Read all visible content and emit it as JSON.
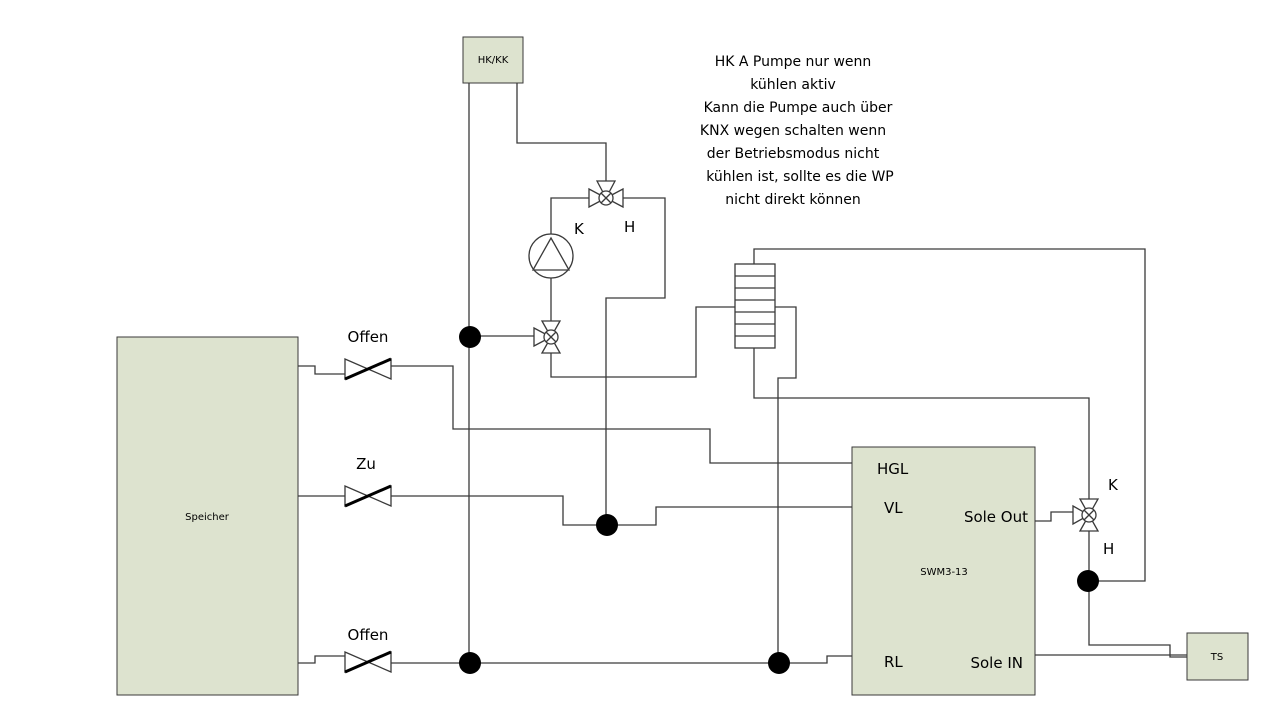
{
  "colors": {
    "box_fill": "#dde3cf",
    "line": "#3a3a3a"
  },
  "note_lines": [
    "HK A Pumpe nur wenn",
    "kühlen aktiv",
    "Kann die Pumpe auch über",
    "KNX wegen schalten wenn",
    "der Betriebsmodus nicht",
    "kühlen ist, sollte es die WP",
    "nicht direkt können"
  ],
  "boxes": {
    "speicher": "Speicher",
    "hkkk": "HK/KK",
    "swm": "SWM3-13",
    "ts": "TS"
  },
  "swm_ports": {
    "hgl": "HGL",
    "vl": "VL",
    "rl": "RL",
    "sole_out": "Sole Out",
    "sole_in": "Sole IN"
  },
  "valves": {
    "top": "Offen",
    "mid": "Zu",
    "bottom": "Offen"
  },
  "port_letters": {
    "upper_k": "K",
    "upper_h": "H",
    "right_k": "K",
    "right_h": "H"
  },
  "icons": [
    "pump-icon",
    "three-way-valve-icon",
    "gate-valve-icon",
    "heat-exchanger-icon",
    "junction-dot-icon"
  ]
}
